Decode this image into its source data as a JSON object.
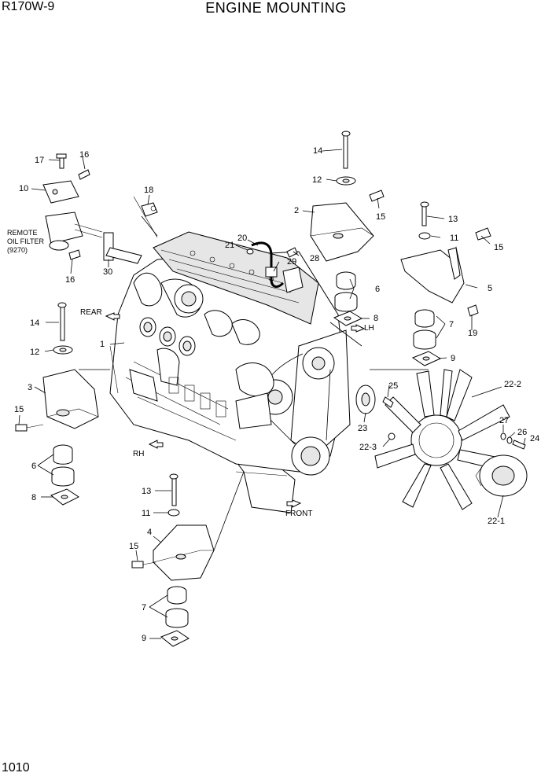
{
  "header": {
    "model": "R170W-9",
    "title": "ENGINE MOUNTING"
  },
  "footer": {
    "page_number": "1010"
  },
  "notes": {
    "remote_oil_filter": [
      "REMOTE",
      "OIL FILTER",
      "(9270)"
    ]
  },
  "directions": {
    "rear": "REAR",
    "lh": "LH",
    "rh": "RH",
    "front": "FRONT"
  },
  "labels": {
    "n1": "1",
    "n2": "2",
    "n3": "3",
    "n4": "4",
    "n5": "5",
    "n6a": "6",
    "n6b": "6",
    "n7a": "7",
    "n7b": "7",
    "n8a": "8",
    "n8b": "8",
    "n9a": "9",
    "n9b": "9",
    "n10": "10",
    "n11a": "11",
    "n11b": "11",
    "n12a": "12",
    "n12b": "12",
    "n13a": "13",
    "n13b": "13",
    "n14a": "14",
    "n14b": "14",
    "n15a": "15",
    "n15b": "15",
    "n15c": "15",
    "n15d": "15",
    "n16a": "16",
    "n16b": "16",
    "n17": "17",
    "n18": "18",
    "n19": "19",
    "n20": "20",
    "n21": "21",
    "n22_1": "22-1",
    "n22_2": "22-2",
    "n22_3": "22-3",
    "n23": "23",
    "n24": "24",
    "n25": "25",
    "n26": "26",
    "n27": "27",
    "n28": "28",
    "n29": "29",
    "n30": "30"
  }
}
